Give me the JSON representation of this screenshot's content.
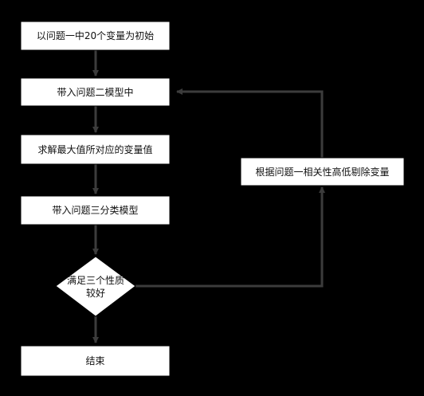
{
  "diagram": {
    "colors": {
      "background": "#000000",
      "node_fill": "#ffffff",
      "node_stroke": "#000000",
      "edge": "#3c3c3c",
      "text": "#111111"
    },
    "nodes": {
      "init": "以问题一中20个变量为初始",
      "model2": "带入问题二模型中",
      "best_vars": "求解最大值所对应的变量值",
      "model3": "带入问题三分类模型",
      "decision_line1": "满足三个性质",
      "decision_line2": "较好",
      "end": "结束",
      "remove_vars": "根据问题一相关性高低剔除变量"
    }
  }
}
